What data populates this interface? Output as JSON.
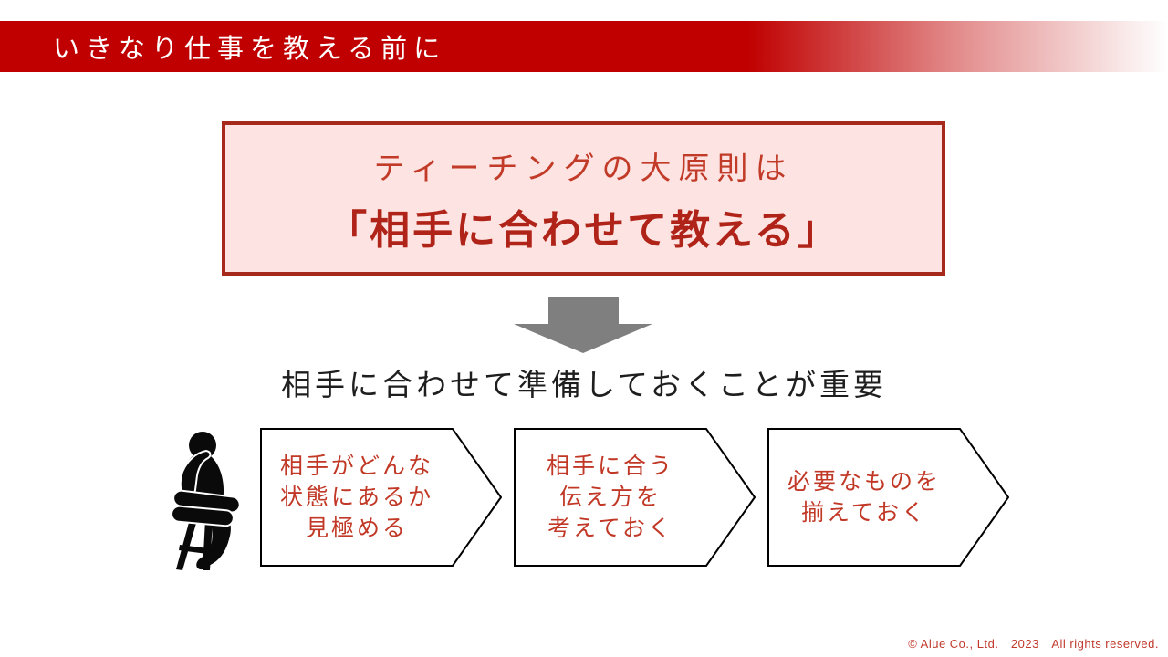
{
  "slide": {
    "header": {
      "title": "いきなり仕事を教える前に"
    },
    "principle_box": {
      "line1": "ティーチングの大原則は",
      "line2": "「相手に合わせて教える」"
    },
    "key_message": "相手に合わせて準備しておくことが重要",
    "steps": [
      {
        "lines": [
          "相手がどんな",
          "状態にあるか",
          "見極める"
        ]
      },
      {
        "lines": [
          "相手に合う",
          "伝え方を",
          "考えておく"
        ]
      },
      {
        "lines": [
          "必要なものを",
          "揃えておく"
        ]
      }
    ],
    "footer": "© Alue Co., Ltd.　2023　All rights reserved.",
    "icons": {
      "down_arrow": "down-arrow-icon",
      "person": "thinking-person-on-stool-icon"
    },
    "colors": {
      "bar_red": "#C00000",
      "box_border": "#A7291C",
      "box_fill": "#FDE3E1",
      "box_line1": "#C23A28",
      "box_line2": "#B02318",
      "step_text": "#C13826",
      "footer_red": "#C0392B",
      "arrow_gray": "#7F7F7F"
    }
  }
}
